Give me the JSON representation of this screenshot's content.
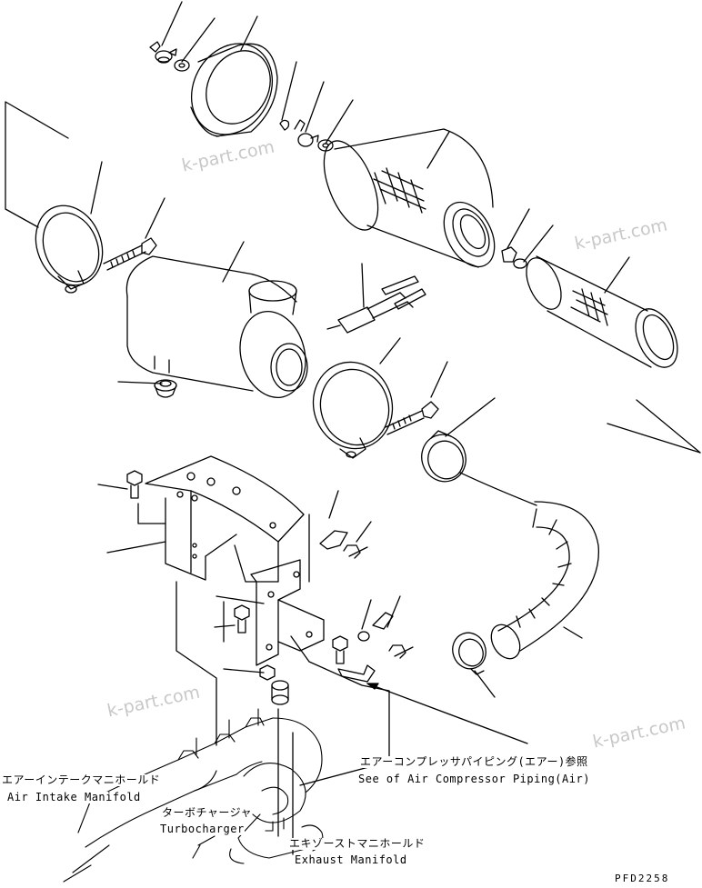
{
  "labels": {
    "air_intake_jp": "エアーインテークマニホールド",
    "air_intake_en": "Air Intake Manifold",
    "turbo_jp": "ターボチャージャ",
    "turbo_en": "Turbocharger",
    "exhaust_jp": "エキゾーストマニホールド",
    "exhaust_en": "Exhaust Manifold",
    "compressor_jp": "エアーコンプレッサパイピング(エアー)参照",
    "compressor_en": "See of Air Compressor Piping(Air)"
  },
  "watermark": "k-part.com",
  "drawing_code": "PFD2258"
}
